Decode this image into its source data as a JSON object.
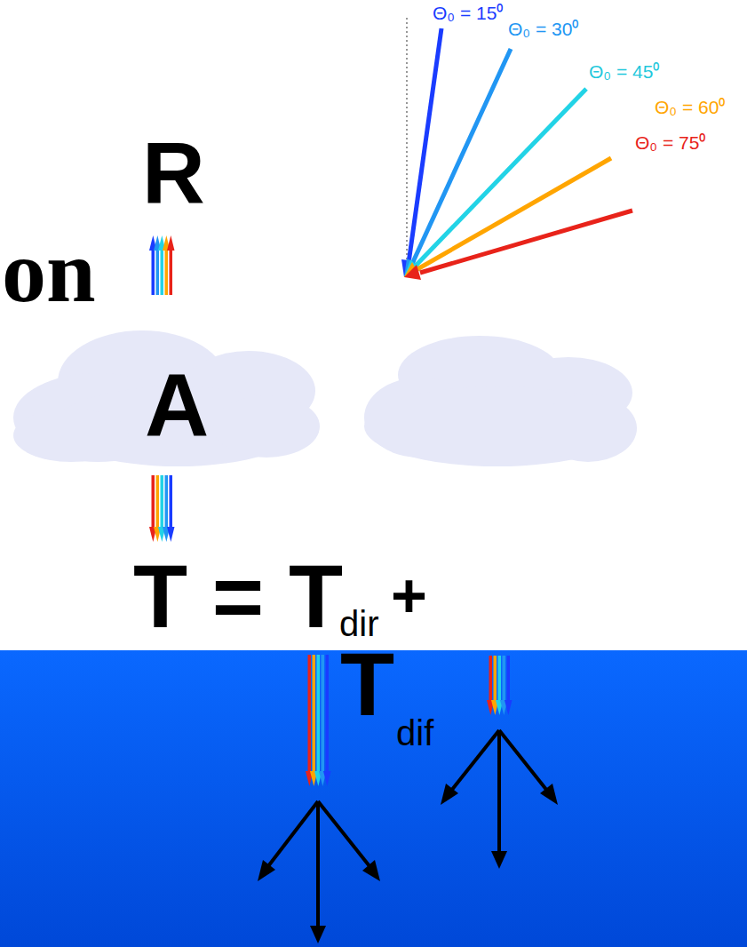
{
  "diagram": {
    "nodes": [
      {
        "text": [
          "A"
        ]
      }
    ],
    "labels": [
      "Θ₀ = 15⁰",
      "Θ₀ = 30⁰",
      "Θ₀ = 45⁰",
      "Θ₀ = 60⁰",
      "Θ₀ = 75⁰",
      "on",
      "R",
      "T = T",
      "dir",
      "+",
      "T",
      "dif"
    ]
  }
}
